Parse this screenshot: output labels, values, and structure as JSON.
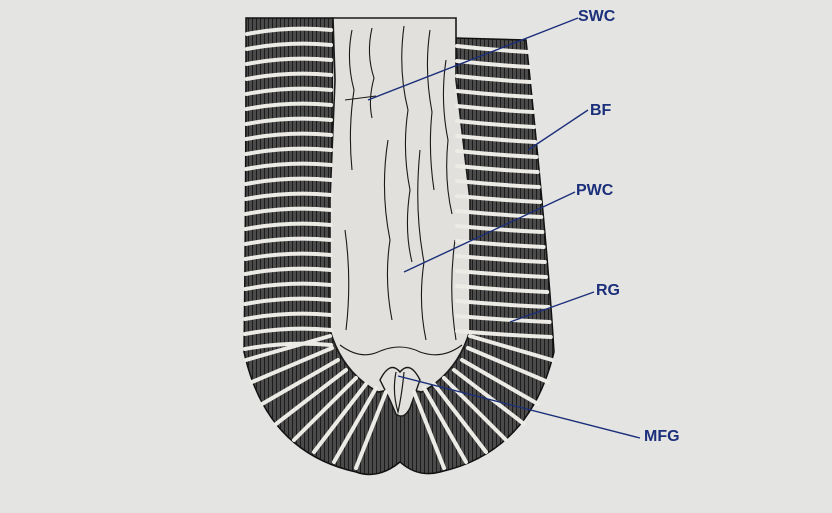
{
  "labels": {
    "swc": "SWC",
    "bf": "BF",
    "pwc": "PWC",
    "rg": "RG",
    "mfg": "MFG"
  },
  "colors": {
    "background": "#e4e4e2",
    "label_text": "#1b2f7a",
    "leader_line": "#1b2f7a",
    "band_fill": "#3a3a3a",
    "ridge": "#ecebe6",
    "wall_fill": "#e1e0dc",
    "ink": "#1a1a1a"
  }
}
